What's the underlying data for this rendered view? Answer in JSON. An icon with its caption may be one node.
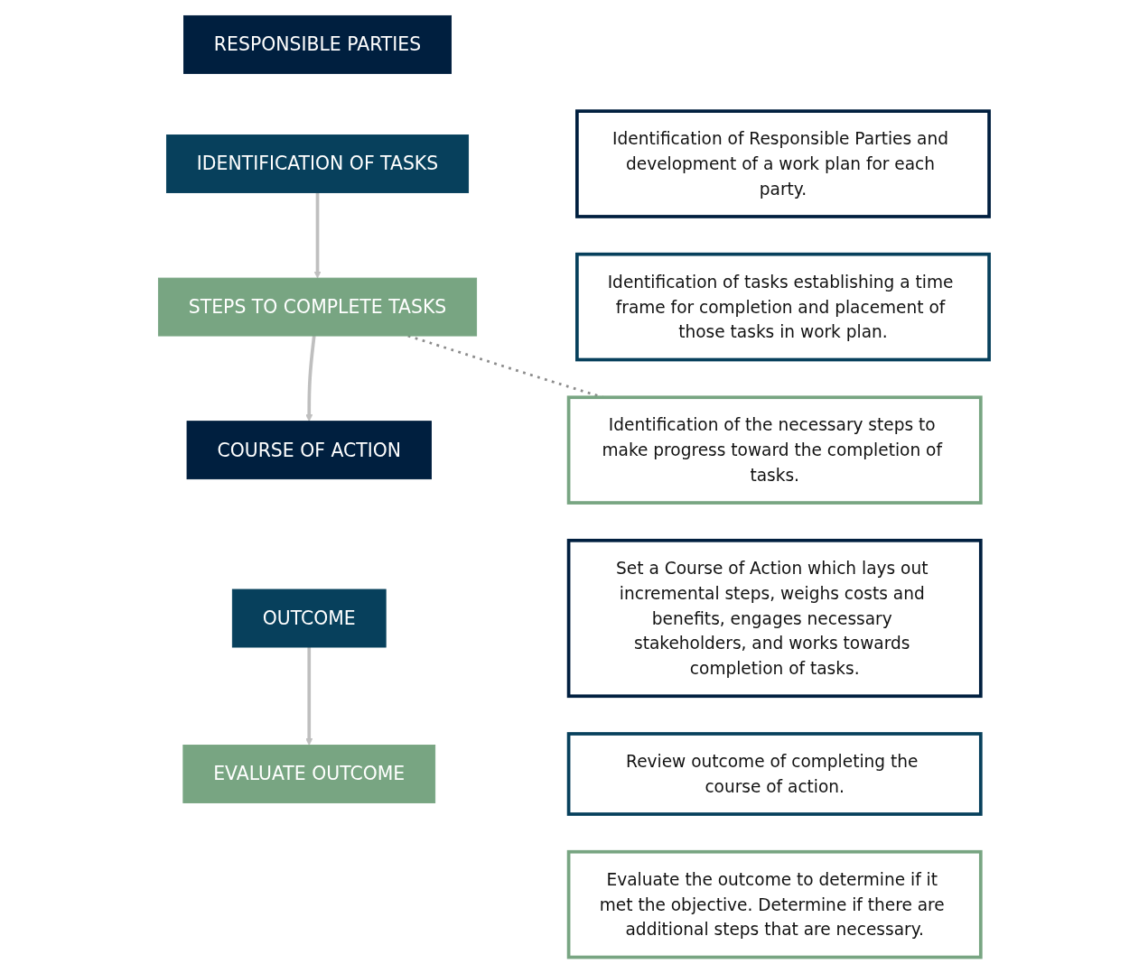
{
  "diagram": {
    "nodes": [
      {
        "text": [
          "RESPONSIBLE PARTIES"
        ]
      },
      {
        "text": [
          "IDENTIFICATION OF TASKS"
        ]
      },
      {
        "text": [
          "STEPS TO COMPLETE TASKS"
        ]
      },
      {
        "text": [
          "COURSE OF ACTION"
        ]
      },
      {
        "text": [
          "OUTCOME"
        ]
      },
      {
        "text": [
          "EVALUATE OUTCOME"
        ]
      },
      {
        "text": [
          "Identification of Responsible Parties and development of a work plan for each party."
        ]
      },
      {
        "text": [
          "Identification of tasks establishing a time frame for completion and placement of those tasks in work plan."
        ]
      },
      {
        "text": [
          "Identification of the necessary steps to make progress toward the completion of tasks."
        ]
      },
      {
        "text": [
          "Set a Course of Action which lays out incremental steps, weighs costs and benefits, engages necessary stakeholders, and works towards completion of tasks."
        ]
      },
      {
        "text": [
          "Review outcome of completing the course of action."
        ]
      },
      {
        "text": [
          "Evaluate the outcome to determine if it met the objective. Determine if there are additional steps that are necessary."
        ]
      }
    ],
    "edges": [
      {
        "from": 1,
        "to": 2,
        "arrow": "to"
      },
      {
        "from": 2,
        "to": 3,
        "arrow": "to"
      },
      {
        "from": 4,
        "to": 5,
        "arrow": "to"
      },
      {
        "from": 2,
        "to": 8,
        "arrow": "none",
        "style": "dashed",
        "color": "#8c8c8c"
      }
    ]
  }
}
